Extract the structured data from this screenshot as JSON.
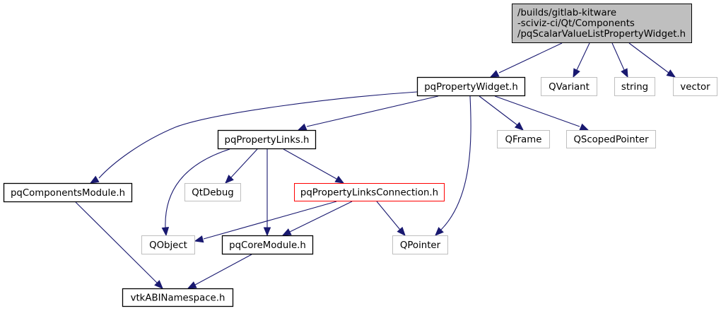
{
  "graph": {
    "type": "include-dependency-graph",
    "edge_color": "#191970",
    "root": {
      "id": "root",
      "lines": [
        "/builds/gitlab-kitware",
        "-sciviz-ci/Qt/Components",
        "/pqScalarValueListPropertyWidget.h"
      ],
      "fill": "#bfbfbf",
      "border": "#000000"
    },
    "nodes": [
      {
        "id": "pqPropertyWidget",
        "label": "pqPropertyWidget.h",
        "style": "documented",
        "border": "#000000"
      },
      {
        "id": "QVariant",
        "label": "QVariant",
        "style": "external",
        "border": "#bfbfbf"
      },
      {
        "id": "string",
        "label": "string",
        "style": "external",
        "border": "#bfbfbf"
      },
      {
        "id": "vector",
        "label": "vector",
        "style": "external",
        "border": "#bfbfbf"
      },
      {
        "id": "pqPropertyLinks",
        "label": "pqPropertyLinks.h",
        "style": "documented",
        "border": "#000000"
      },
      {
        "id": "QFrame",
        "label": "QFrame",
        "style": "external",
        "border": "#bfbfbf"
      },
      {
        "id": "QScopedPointer",
        "label": "QScopedPointer",
        "style": "external",
        "border": "#bfbfbf"
      },
      {
        "id": "pqComponentsModule",
        "label": "pqComponentsModule.h",
        "style": "documented",
        "border": "#000000"
      },
      {
        "id": "QtDebug",
        "label": "QtDebug",
        "style": "external",
        "border": "#bfbfbf"
      },
      {
        "id": "pqPropertyLinksConnection",
        "label": "pqPropertyLinksConnection.h",
        "style": "truncated",
        "border": "#ff0000"
      },
      {
        "id": "QObject",
        "label": "QObject",
        "style": "external",
        "border": "#bfbfbf"
      },
      {
        "id": "pqCoreModule",
        "label": "pqCoreModule.h",
        "style": "documented",
        "border": "#000000"
      },
      {
        "id": "QPointer",
        "label": "QPointer",
        "style": "external",
        "border": "#bfbfbf"
      },
      {
        "id": "vtkABINamespace",
        "label": "vtkABINamespace.h",
        "style": "documented",
        "border": "#000000"
      }
    ],
    "edges": [
      {
        "from": "root",
        "to": "pqPropertyWidget"
      },
      {
        "from": "root",
        "to": "QVariant"
      },
      {
        "from": "root",
        "to": "string"
      },
      {
        "from": "root",
        "to": "vector"
      },
      {
        "from": "pqPropertyWidget",
        "to": "pqComponentsModule"
      },
      {
        "from": "pqPropertyWidget",
        "to": "pqPropertyLinks"
      },
      {
        "from": "pqPropertyWidget",
        "to": "QPointer"
      },
      {
        "from": "pqPropertyWidget",
        "to": "QFrame"
      },
      {
        "from": "pqPropertyWidget",
        "to": "QScopedPointer"
      },
      {
        "from": "pqPropertyLinks",
        "to": "QObject"
      },
      {
        "from": "pqPropertyLinks",
        "to": "QtDebug"
      },
      {
        "from": "pqPropertyLinks",
        "to": "pqCoreModule"
      },
      {
        "from": "pqPropertyLinks",
        "to": "pqPropertyLinksConnection"
      },
      {
        "from": "pqComponentsModule",
        "to": "vtkABINamespace"
      },
      {
        "from": "pqPropertyLinksConnection",
        "to": "QObject"
      },
      {
        "from": "pqPropertyLinksConnection",
        "to": "pqCoreModule"
      },
      {
        "from": "pqPropertyLinksConnection",
        "to": "QPointer"
      },
      {
        "from": "pqCoreModule",
        "to": "vtkABINamespace"
      }
    ]
  }
}
